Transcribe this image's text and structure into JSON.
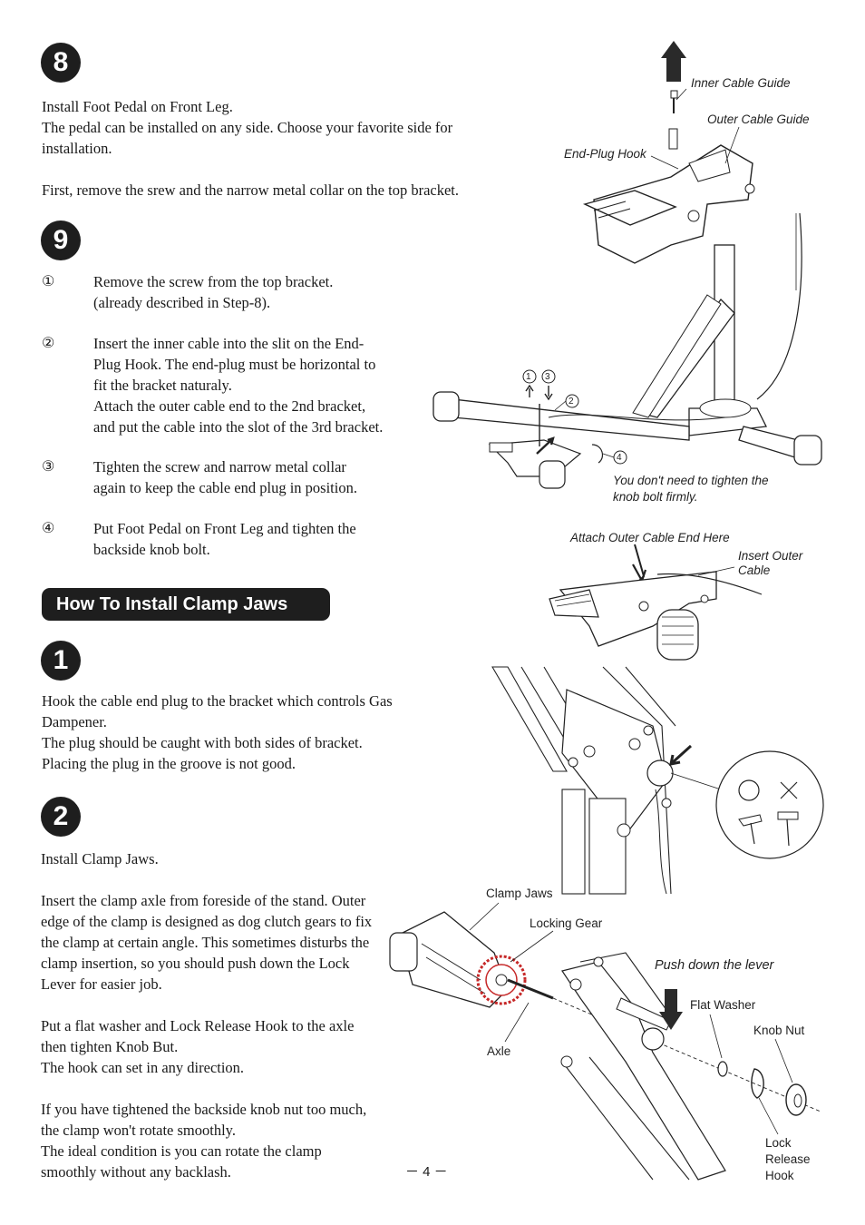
{
  "step8": {
    "badge": "8",
    "text": "Install Foot Pedal on Front Leg.\nThe pedal can be installed on any side. Choose your favorite side for installation.\n\nFirst, remove the srew and the narrow metal collar on the top bracket."
  },
  "step9": {
    "badge": "9",
    "items": [
      {
        "num": "①",
        "text": "Remove the screw from the top bracket.\n(already described in Step-8)."
      },
      {
        "num": "②",
        "text": "Insert the inner cable into the slit on the End-\nPlug Hook. The end-plug must be horizontal to\nfit the bracket naturaly.\nAttach the outer cable end to the 2nd bracket,\nand put the cable into the slot of the 3rd bracket."
      },
      {
        "num": "③",
        "text": "Tighten the screw and narrow metal collar\nagain to keep the cable end plug in position."
      },
      {
        "num": "④",
        "text": "Put Foot Pedal on Front Leg and tighten the\nbackside knob bolt."
      }
    ]
  },
  "section_title": "How To Install Clamp Jaws",
  "step1": {
    "badge": "1",
    "text": "Hook the cable end plug to the bracket which controls Gas Dampener.\nThe plug should be caught with both sides of bracket.\nPlacing the plug in the groove is not good."
  },
  "step2": {
    "badge": "2",
    "text": "Install Clamp Jaws.\n\nInsert the clamp axle from foreside of the stand. Outer edge of the clamp is designed as dog clutch gears to fix the clamp at certain angle. This sometimes disturbs the clamp insertion, so you should push down the Lock Lever for easier job.\n\nPut a flat washer and Lock Release Hook to the axle then tighten Knob But.\nThe hook can set in any direction.\n\nIf you have tightened the backside knob nut too much, the clamp won't rotate smoothly.\nThe ideal condition is you can rotate the clamp smoothly without any backlash."
  },
  "labels": {
    "inner_cable_guide": "Inner Cable Guide",
    "outer_cable_guide": "Outer Cable Guide",
    "end_plug_hook": "End-Plug Hook",
    "callout_1": "1",
    "callout_2": "2",
    "callout_3": "3",
    "callout_4": "4",
    "knob_note": "You don't need to tighten the\nknob bolt firmly.",
    "attach_outer": "Attach Outer Cable End Here",
    "insert_outer": "Insert Outer\nCable",
    "clamp_jaws": "Clamp Jaws",
    "locking_gear": "Locking Gear",
    "push_down": "Push down the lever",
    "flat_washer": "Flat Washer",
    "knob_nut": "Knob Nut",
    "axle": "Axle",
    "lock_release_hook": "Lock\nRelease\nHook"
  },
  "page_number": "－ 4 －"
}
